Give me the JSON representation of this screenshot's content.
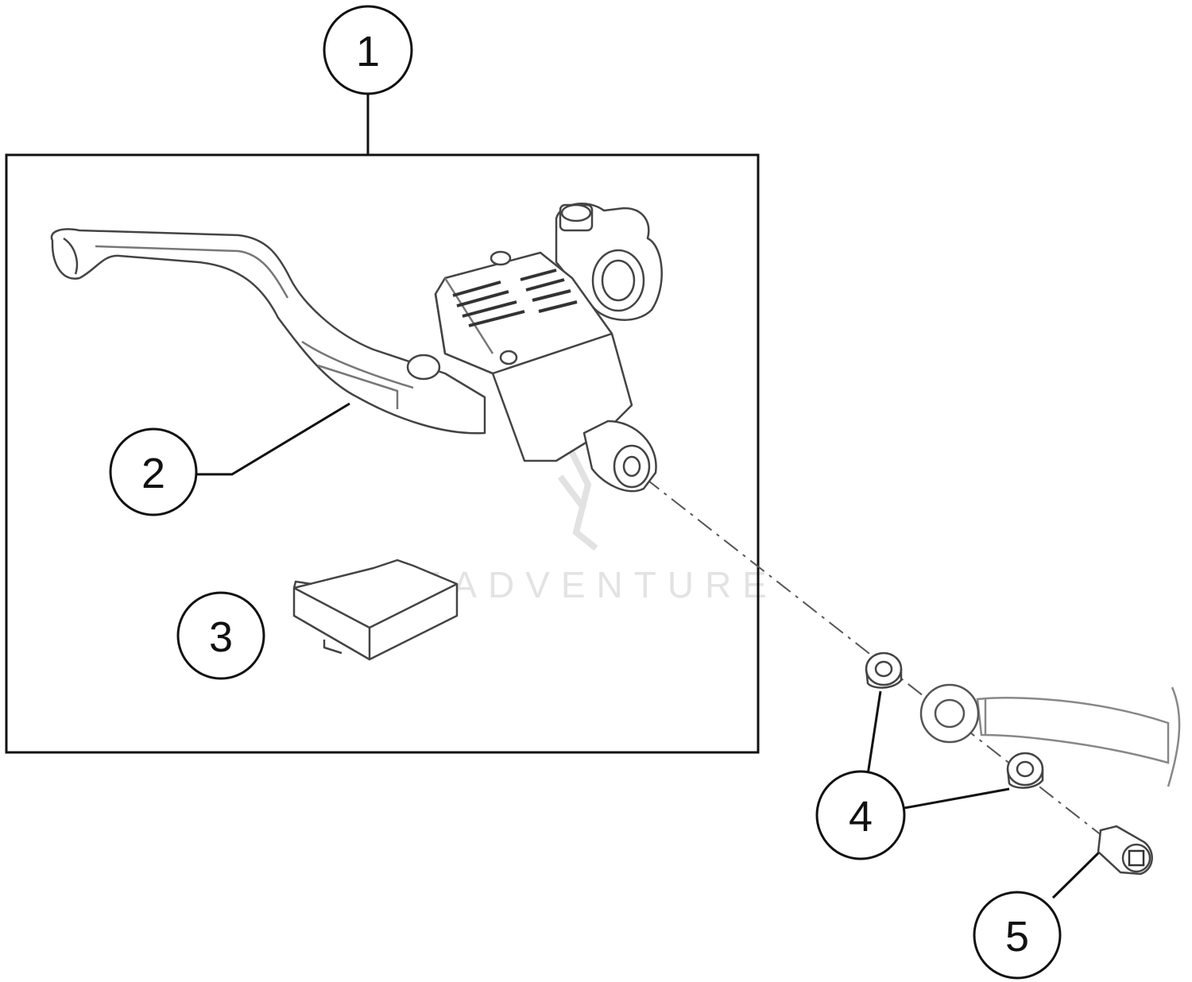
{
  "watermark": {
    "text": "LEADVENTURE"
  },
  "callouts": [
    {
      "id": "1",
      "label": "1"
    },
    {
      "id": "2",
      "label": "2"
    },
    {
      "id": "3",
      "label": "3"
    },
    {
      "id": "4",
      "label": "4"
    },
    {
      "id": "5",
      "label": "5"
    }
  ],
  "footer": {
    "drawing_code": ""
  },
  "colors": {
    "line": "#111111",
    "part_stroke": "#444444",
    "watermark": "#e3e3e3"
  }
}
